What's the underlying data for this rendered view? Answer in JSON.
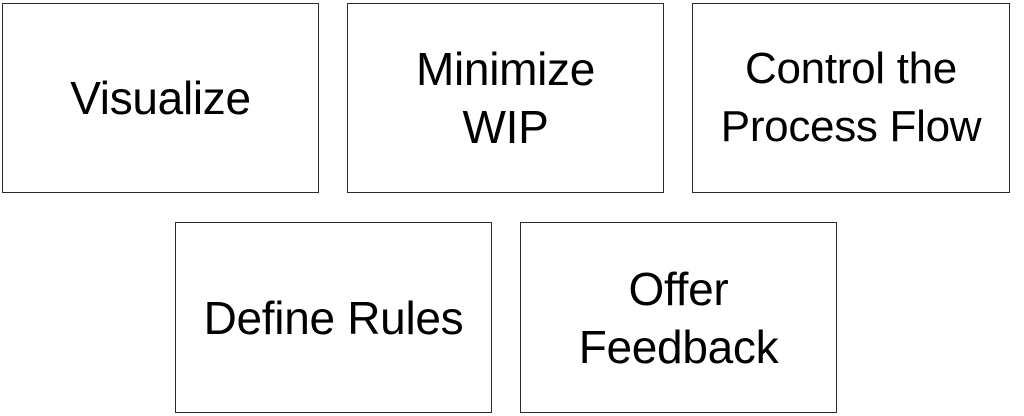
{
  "boxes": [
    {
      "label": "Visualize"
    },
    {
      "label": "Minimize\nWIP"
    },
    {
      "label": "Control the\nProcess Flow"
    },
    {
      "label": "Define Rules"
    },
    {
      "label": "Offer\nFeedback"
    }
  ]
}
